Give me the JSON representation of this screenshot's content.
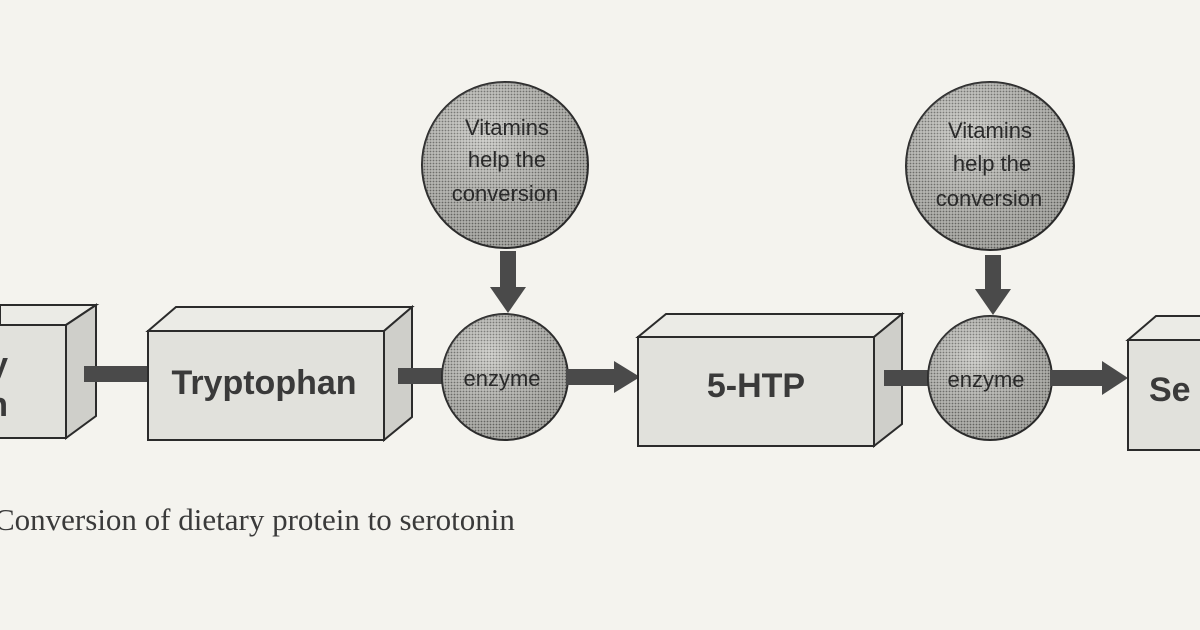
{
  "boxes": {
    "left_partial_line1": "y",
    "left_partial_line2": "n",
    "tryptophan": "Tryptophan",
    "htp": "5-HTP",
    "right_partial": "Se"
  },
  "vitamins_1": {
    "line1": "Vitamins",
    "line2": "help the",
    "line3": "conversion"
  },
  "vitamins_2": {
    "line1": "Vitamins",
    "line2": "help the",
    "line3": "conversion"
  },
  "enzyme_1": {
    "label": "enzyme"
  },
  "enzyme_2": {
    "label": "enzyme"
  },
  "caption": "Conversion of dietary protein to serotonin"
}
